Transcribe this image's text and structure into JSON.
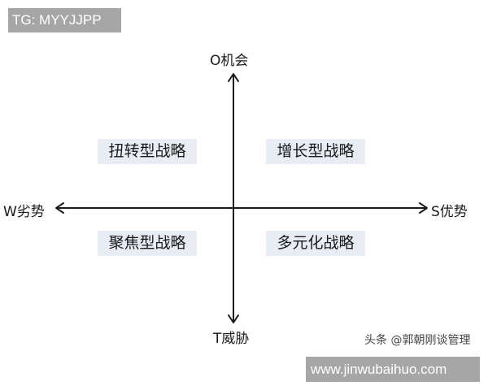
{
  "watermark": {
    "tg": "TG: MYYJJPP",
    "url": "www.jinwubaihuo.com"
  },
  "axes": {
    "top": "O机会",
    "bottom": "T威胁",
    "left": "W劣势",
    "right": "S优势"
  },
  "quadrants": {
    "top_left": "扭转型战略",
    "top_right": "增长型战略",
    "bottom_left": "聚焦型战略",
    "bottom_right": "多元化战略"
  },
  "credit": "头条 @郭朝刚谈管理",
  "colors": {
    "box_bg": "#e8edf5",
    "axis": "#1a1a1a",
    "badge_bg": "#a6a6a6"
  }
}
